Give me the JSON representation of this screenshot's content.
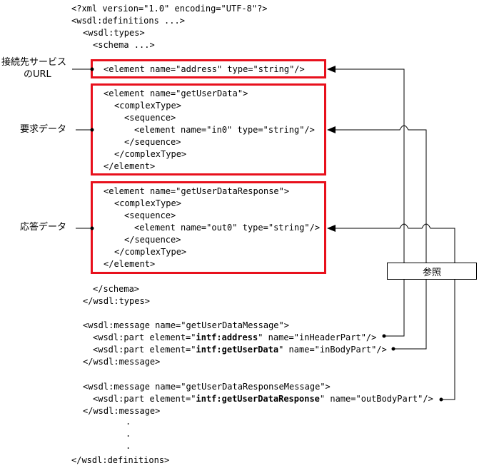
{
  "code": {
    "l1": "<?xml version=\"1.0\" encoding=\"UTF-8\"?>",
    "l2": "<wsdl:definitions ...>",
    "l3": "<wsdl:types>",
    "l4": "<schema ...>",
    "l5": "<element name=\"address\" type=\"string\"/>",
    "l6": "<element name=\"getUserData\">",
    "l7": "<complexType>",
    "l8": "<sequence>",
    "l9": "<element name=\"in0\" type=\"string\"/>",
    "l10": "</sequence>",
    "l11": "</complexType>",
    "l12": "</element>",
    "l13": "<element name=\"getUserDataResponse\">",
    "l14": "<complexType>",
    "l15": "<sequence>",
    "l16": "<element name=\"out0\" type=\"string\"/>",
    "l17": "</sequence>",
    "l18": "</complexType>",
    "l19": "</element>",
    "l20": "</schema>",
    "l21": "</wsdl:types>",
    "l22": "<wsdl:message name=\"getUserDataMessage\">",
    "l23a": "<wsdl:part element=\"",
    "l23b": "intf:address",
    "l23c": "\" name=\"inHeaderPart\"/>",
    "l24a": "<wsdl:part element=\"",
    "l24b": "intf:getUserData",
    "l24c": "\" name=\"inBodyPart\"/>",
    "l25": "</wsdl:message>",
    "l26": "<wsdl:message name=\"getUserDataResponseMessage\">",
    "l27a": "<wsdl:part element=\"",
    "l27b": "intf:getUserDataResponse",
    "l27c": "\" name=\"outBodyPart\"/>",
    "l28": "</wsdl:message>",
    "dot": ".",
    "l29": "</wsdl:definitions>"
  },
  "labels": {
    "url_line1": "接続先サービス",
    "url_line2": "のURL",
    "request": "要求データ",
    "response": "応答データ",
    "reference": "参照"
  },
  "colors": {
    "highlight": "#e8101c",
    "line": "#000000"
  }
}
